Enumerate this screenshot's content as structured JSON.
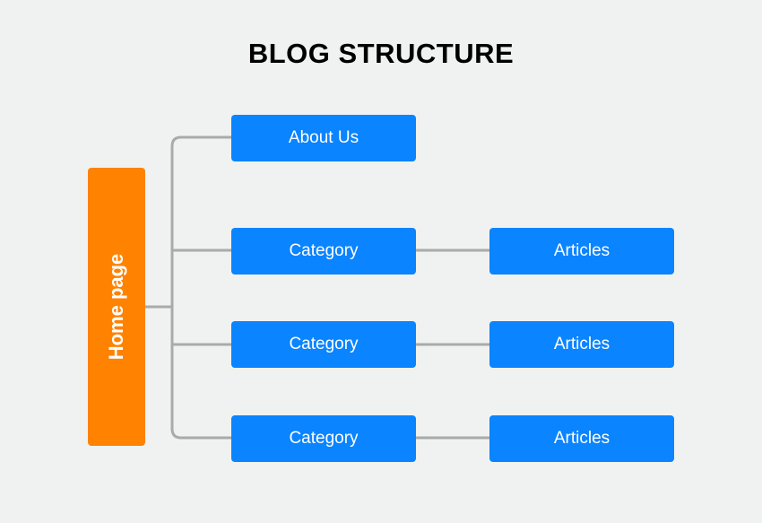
{
  "title": "BLOG STRUCTURE",
  "home": {
    "label": "Home page",
    "color": "#ff8200"
  },
  "level1": [
    "About Us",
    "Category",
    "Category",
    "Category"
  ],
  "level2": [
    "Articles",
    "Articles",
    "Articles"
  ],
  "colors": {
    "node": "#0a84ff",
    "connector": "#aaaaaa",
    "background": "#f0f2f2"
  }
}
